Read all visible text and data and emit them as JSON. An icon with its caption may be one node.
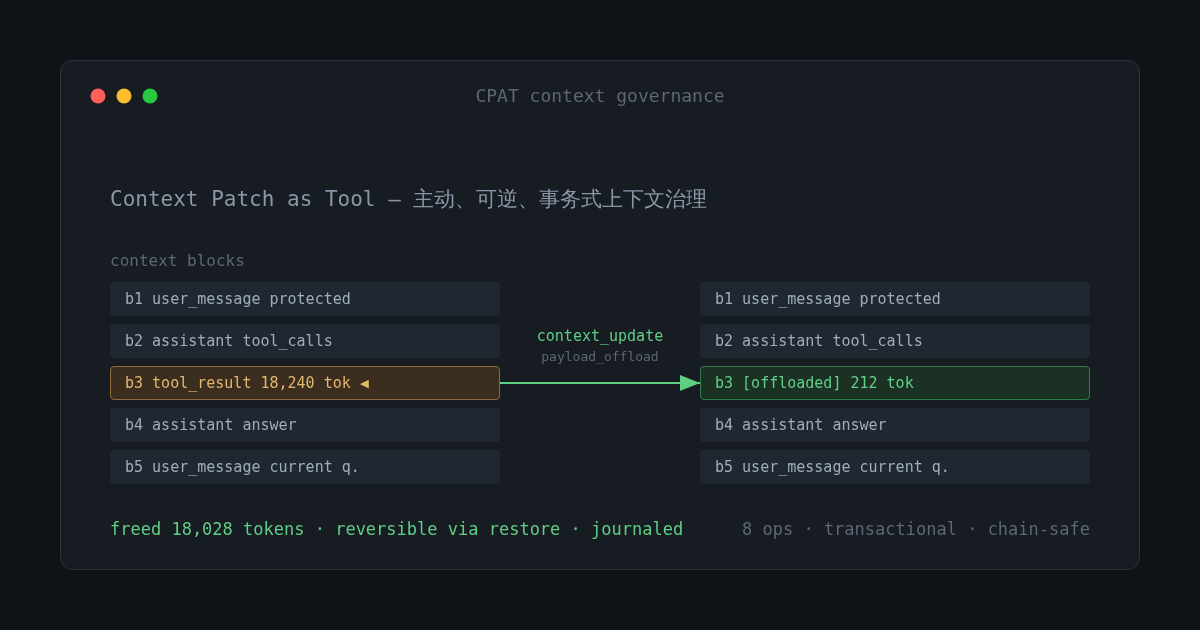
{
  "diagram": {
    "nodes": [
      {
        "text": [
          "b1 user_message protected"
        ]
      },
      {
        "text": [
          "b2 assistant tool_calls"
        ]
      },
      {
        "text": [
          "b3 tool_result 18,240 tok ◀"
        ]
      },
      {
        "text": [
          "b4 assistant answer"
        ]
      },
      {
        "text": [
          "b5 user_message current q."
        ]
      },
      {
        "text": [
          "b1 user_message protected"
        ]
      },
      {
        "text": [
          "b2 assistant tool_calls"
        ]
      },
      {
        "text": [
          "b3 [offloaded] 212 tok"
        ]
      },
      {
        "text": [
          "b4 assistant answer"
        ]
      },
      {
        "text": [
          "b5 user_message current q."
        ]
      }
    ],
    "edges": [
      {
        "from": 2,
        "to": 7,
        "arrow": "to",
        "label": "context_update"
      }
    ],
    "labels": [
      "CPAT context governance",
      "Context Patch as Tool — 主动、可逆、事务式上下文治理",
      "context blocks",
      "payload_offload",
      "freed 18,028 tokens · reversible via restore · journaled",
      "8 ops · transactional · chain-safe"
    ]
  }
}
